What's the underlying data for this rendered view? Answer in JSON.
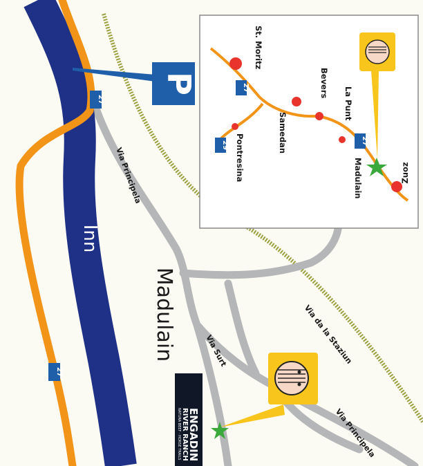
{
  "map": {
    "town_label": "Madulain",
    "river_label": "Inn",
    "parking_label": "P",
    "streets": {
      "via_principala_upper": "Via Principela",
      "via_da_la_staziun": "Via da la Staziun",
      "via_surt": "Via Surt",
      "via_principala_lower": "Via Principela"
    },
    "road_numbers": {
      "main_upper": "27",
      "main_lower": "27"
    },
    "logo": {
      "line1": "ENGADIN",
      "line2": "RIVER RANCH",
      "line3": "NATURA BEEF · HORSE TRAILS"
    },
    "colors": {
      "river": "#1f3187",
      "road": "#f29418",
      "street": "#b4b6b7",
      "railway": "#9aa03c",
      "shield": "#1f5ea8",
      "marker_bg": "#f7c51b",
      "star": "#3aa83a",
      "town_dot": "#e8342c"
    }
  },
  "inset": {
    "towns": {
      "zuoz": "Zuoz",
      "madulain": "Madulain",
      "la_punt": "La Punt",
      "bevers": "Bevers",
      "samedan": "Samedan",
      "st_moritz": "St. Moritz",
      "pontresina": "Pontresina"
    },
    "road_numbers": {
      "r27_a": "27",
      "r27_b": "27",
      "r29": "29"
    }
  }
}
